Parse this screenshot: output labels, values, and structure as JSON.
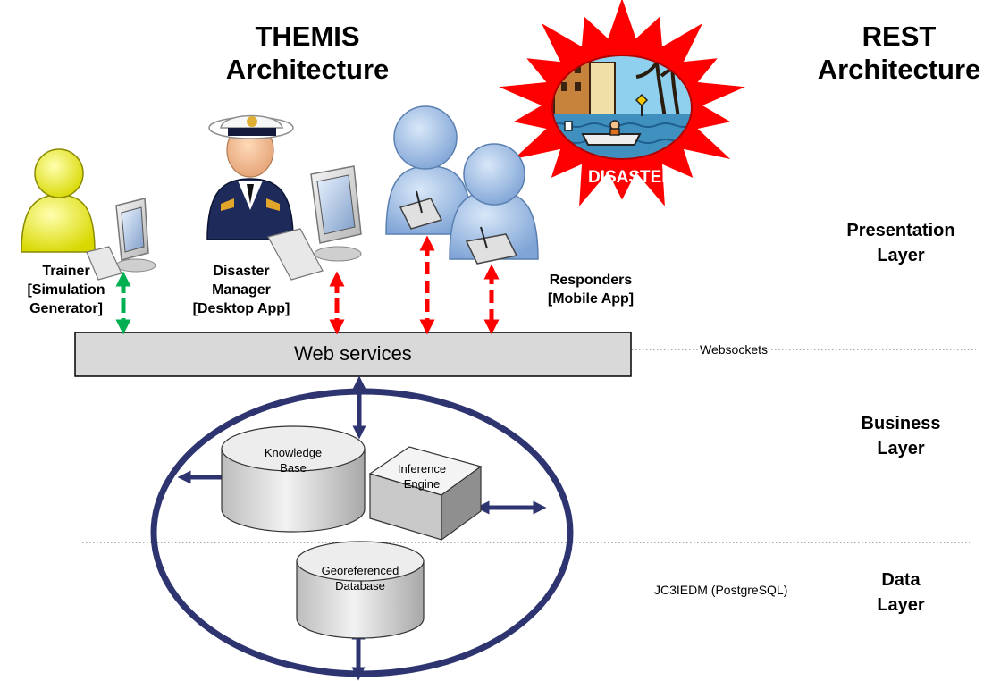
{
  "titles": {
    "themis_line1": "THEMIS",
    "themis_line2": "Architecture",
    "rest_line1": "REST",
    "rest_line2": "Architecture"
  },
  "disaster": {
    "label": "DISASTER"
  },
  "actors": {
    "trainer_line1": "Trainer",
    "trainer_line2": "[Simulation",
    "trainer_line3": "Generator]",
    "manager_line1": "Disaster",
    "manager_line2": "Manager",
    "manager_line3": "[Desktop App]",
    "responders_line1": "Responders",
    "responders_line2": "[Mobile App]"
  },
  "layers": {
    "presentation_line1": "Presentation",
    "presentation_line2": "Layer",
    "business_line1": "Business",
    "business_line2": "Layer",
    "data_line1": "Data",
    "data_line2": "Layer"
  },
  "components": {
    "web_services": "Web services",
    "websockets": "Websockets",
    "kb_line1": "Knowledge",
    "kb_line2": "Base",
    "ie_line1": "Inference",
    "ie_line2": "Engine",
    "geo_line1": "Georeferenced",
    "geo_line2": "Database",
    "jc3iedm": "JC3IEDM (PostgreSQL)"
  },
  "colors": {
    "arrow_red": "#ff0000",
    "arrow_green": "#00b050",
    "arrow_navy": "#2e3470",
    "ellipse_navy": "#2e3470",
    "burst_red": "#ff0000",
    "web_services_fill": "#d9d9d9",
    "trainer_figure": "#ffff33",
    "responder_figure": "#9fbfe6"
  }
}
